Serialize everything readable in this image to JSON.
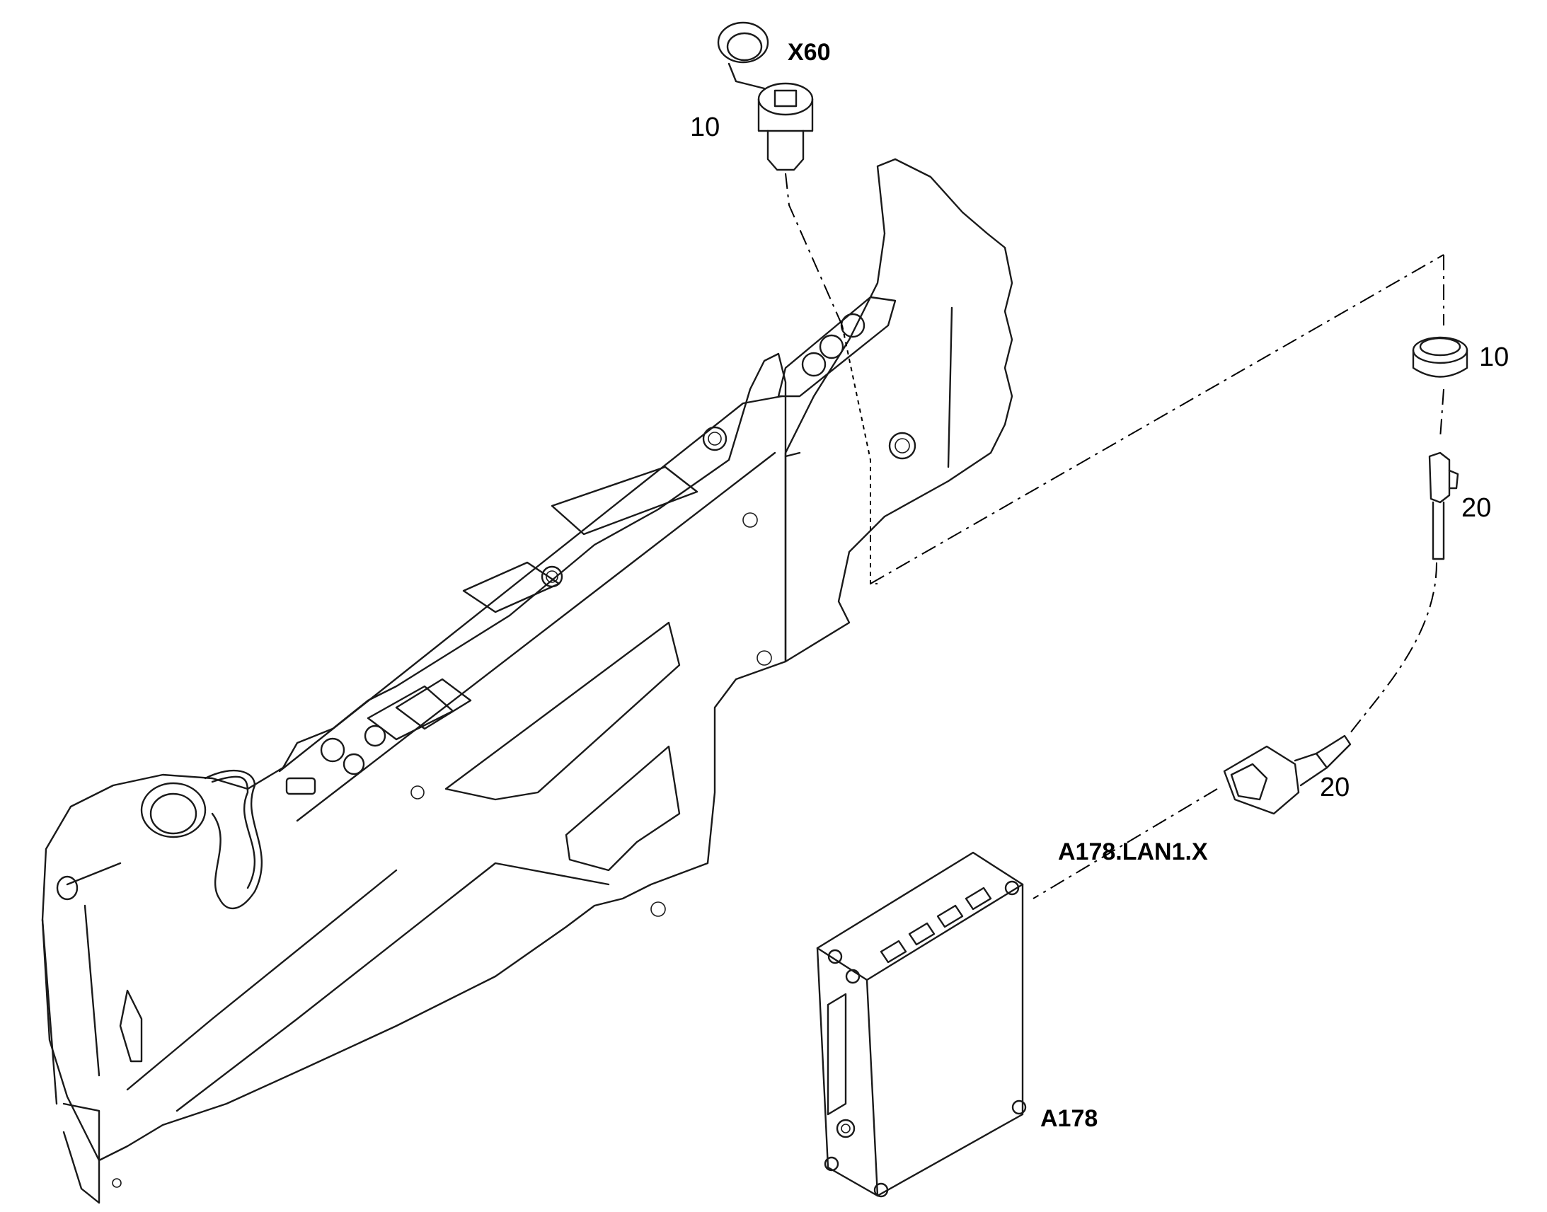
{
  "labels": {
    "x60": "X60",
    "item_10_top": "10",
    "item_10_right": "10",
    "item_20_upper": "20",
    "item_20_lower": "20",
    "a178_lan1_x": "A178.LAN1.X",
    "a178": "A178"
  }
}
